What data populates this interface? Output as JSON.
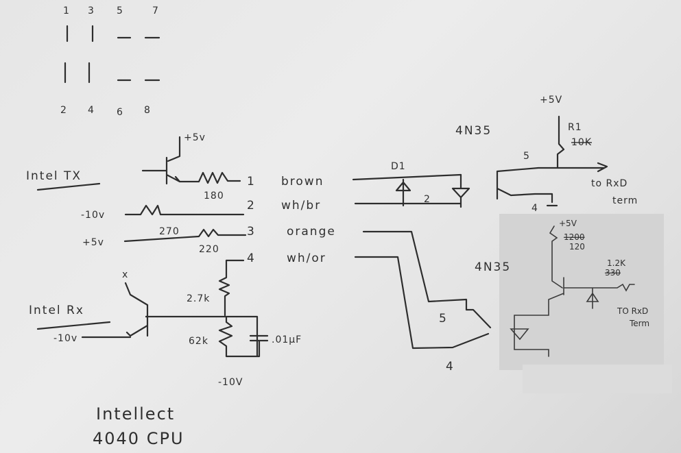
{
  "pin_header": {
    "top": [
      "1",
      "3",
      "5",
      "7"
    ],
    "bottom": [
      "2",
      "4",
      "6",
      "8"
    ]
  },
  "left_circuit": {
    "tx_supply": "+5v",
    "intel_tx": "Intel TX",
    "r_tx": "180",
    "neg_supply_1": "-10v",
    "r_2": "270",
    "pos_supply_3": "+5v",
    "r_3": "220",
    "intel_rx": "Intel Rx",
    "rx_mark": "x",
    "rx_supply": "-10v",
    "r_top": "2.7k",
    "r_bottom": "62k",
    "cap": ".01µF",
    "bottom_supply": "-10V",
    "footer_line1": "Intellect",
    "footer_line2": "4040 CPU"
  },
  "wires": [
    {
      "pin": "1",
      "color": "brown"
    },
    {
      "pin": "2",
      "color": "wh/br"
    },
    {
      "pin": "3",
      "color": "orange"
    },
    {
      "pin": "4",
      "color": "wh/or"
    }
  ],
  "opto_top": {
    "part": "4N35",
    "supply": "+5V",
    "resistor": "R1",
    "resistor_value": "10K",
    "diode": "D1",
    "pin_left": "2",
    "pin_right": "5",
    "pin_bottom": "4",
    "output": "to RxD",
    "output2": "term"
  },
  "opto_bottom": {
    "part": "4N35",
    "supply": "+5V",
    "resistor_struck": "1200",
    "resistor_value": "120",
    "r_out": "1.2K",
    "r_out_struck": "330",
    "pin_5": "5",
    "pin_4": "4",
    "output": "TO RxD",
    "output2": "Term"
  }
}
